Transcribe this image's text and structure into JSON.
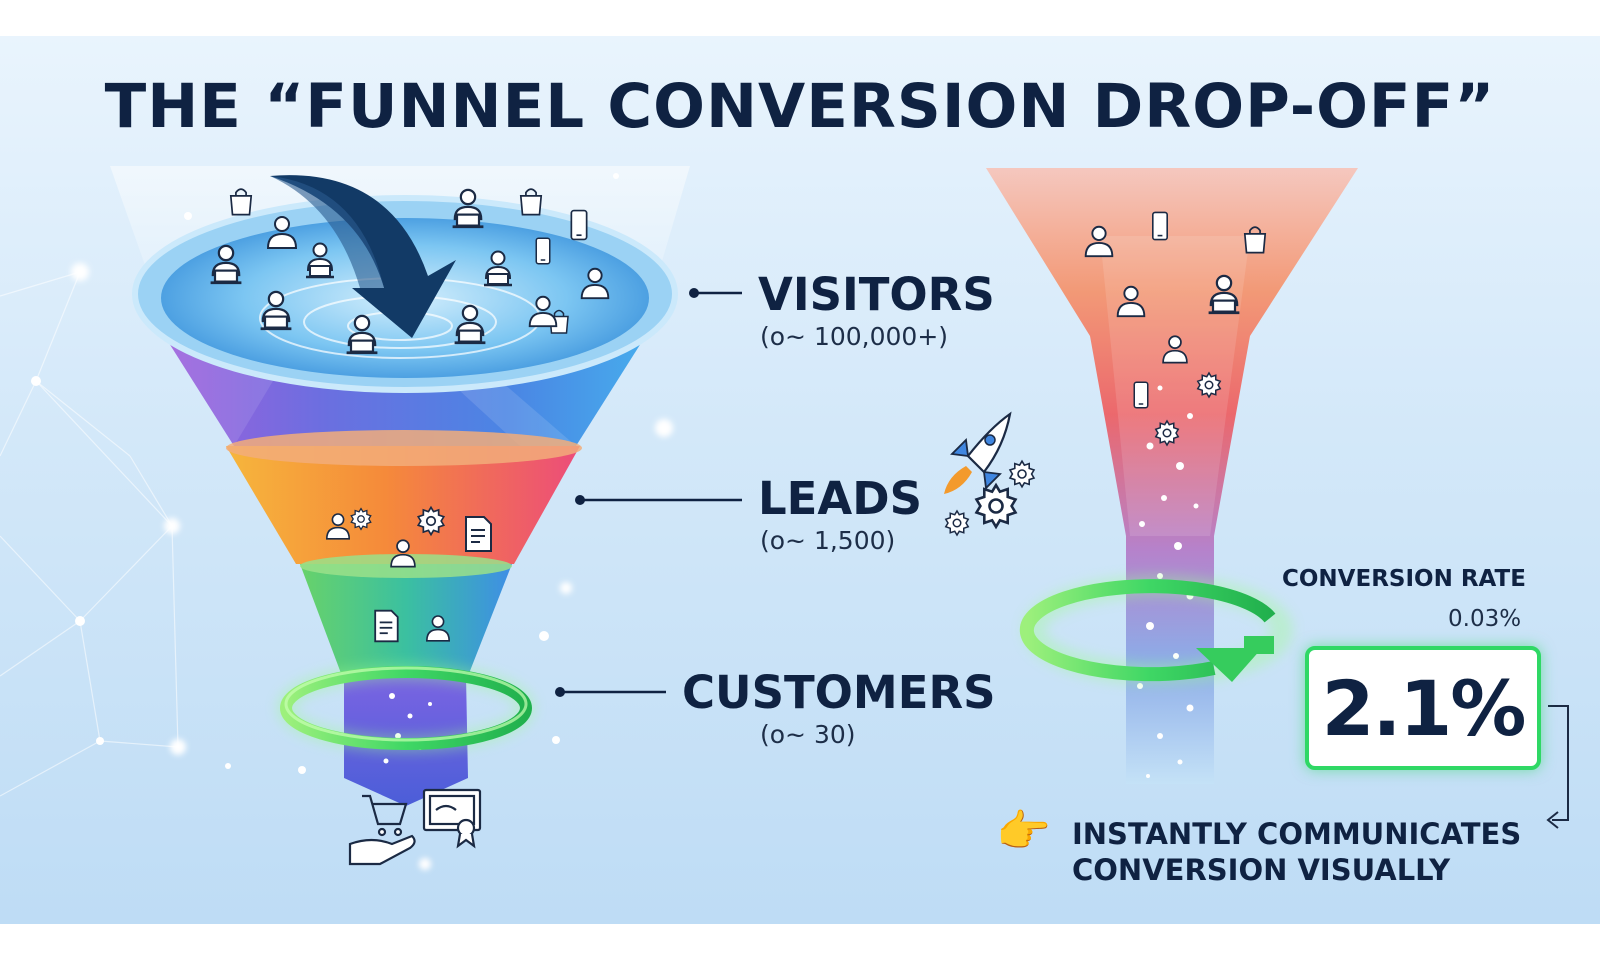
{
  "title": "THE “FUNNEL CONVERSION DROP-OFF”",
  "stages": [
    {
      "label": "VISITORS",
      "sub": "(o~ 100,000+)"
    },
    {
      "label": "LEADS",
      "sub": "(o~ 1,500)"
    },
    {
      "label": "CUSTOMERS",
      "sub": "(o~ 30)"
    }
  ],
  "conversion": {
    "label": "CONVERSION RATE",
    "small_value": "0.03%",
    "big_value": "2.1%"
  },
  "note": {
    "line1": "INSTANTLY COMMUNICATES",
    "line2": "CONVERSION VISUALLY"
  },
  "colors": {
    "title": "#0f2242",
    "accent_green": "#2fd865",
    "water": "#5fb8ee",
    "arrow": "#123a66"
  },
  "icons": [
    "person-laptop-icon",
    "shopping-bag-icon",
    "phone-icon",
    "gear-icon",
    "document-icon",
    "rocket-icon",
    "certificate-icon",
    "cart-hand-icon",
    "pointing-hand-icon"
  ]
}
